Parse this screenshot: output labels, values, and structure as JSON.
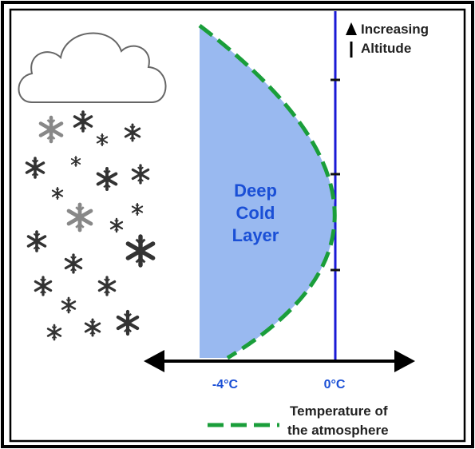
{
  "title": "",
  "labels": {
    "altitude_line1": "Increasing",
    "altitude_line2": "Altitude",
    "layer_line1": "Deep",
    "layer_line2": "Cold",
    "layer_line3": "Layer",
    "tick_left": "-4°C",
    "tick_right": "0°C",
    "legend_line1": "Temperature of",
    "legend_line2": "the atmosphere"
  },
  "colors": {
    "frame": "#000000",
    "cold_layer_fill": "#99b9f0",
    "zero_line": "#1a1ad6",
    "temperature_curve": "#1a9e3a",
    "label_blue": "#1a4fd6",
    "snow": "#333333",
    "cloud_stroke": "#666666"
  },
  "icons": {
    "cloud": "cloud-icon",
    "snowflake": "snowflake-icon",
    "arrow": "up-arrow-icon"
  }
}
